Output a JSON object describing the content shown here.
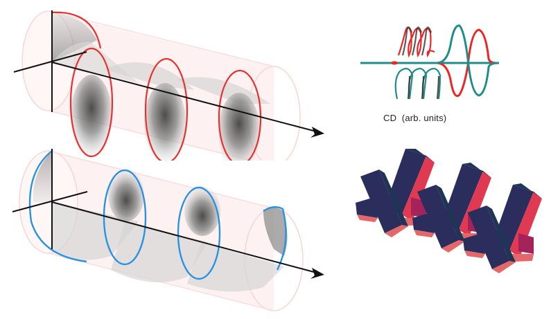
{
  "figure": {
    "panels": [
      {
        "id": "right-circular-wave",
        "helix_color": "#e8302f",
        "cylinder_color": "#f6c9c9",
        "description": "helical field vectors along propagation axis (red)"
      },
      {
        "id": "left-circular-wave",
        "helix_color": "#2a93e0",
        "cylinder_color": "#f6c9c9",
        "description": "helical field vectors along propagation axis (blue)"
      },
      {
        "id": "cd-schematic",
        "label": "CD  (arb. units)"
      },
      {
        "id": "chiral-blocks",
        "count": 3
      }
    ]
  },
  "cd": {
    "label": "CD  (arb. units)",
    "colors": {
      "teal": "#1e8c8a",
      "red": "#ee2424",
      "dark": "#3a2e2e"
    }
  },
  "blocks": {
    "colors": {
      "navy": "#2b2e5c",
      "navy_dark": "#1e3556",
      "red_face": "#e03a52",
      "salmon": "#e4686a",
      "magenta": "#a3235a"
    }
  },
  "waves": {
    "top": {
      "helix": "#e8302f",
      "axis": "#111111"
    },
    "bottom": {
      "helix": "#2a93e0",
      "axis": "#111111"
    }
  }
}
